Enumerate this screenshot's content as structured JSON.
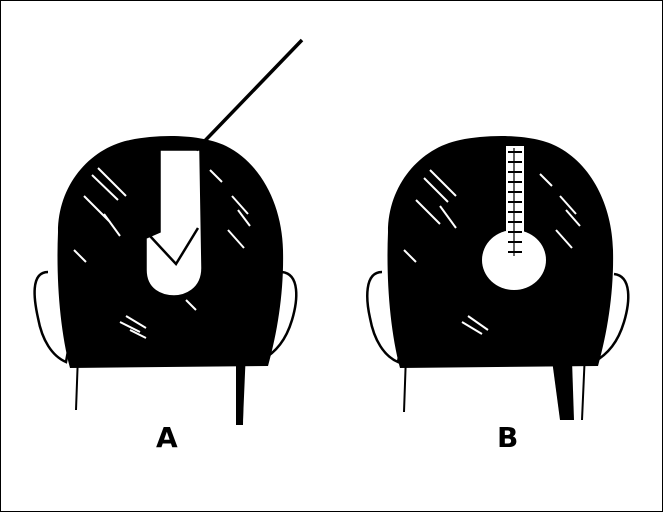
{
  "figure": {
    "panels": [
      {
        "id": "a",
        "label": "A",
        "description_icon": "head-rear-incision-tool-icon"
      },
      {
        "id": "b",
        "label": "B",
        "description_icon": "head-rear-sutured-icon"
      }
    ],
    "colors": {
      "ink": "#000000",
      "paper": "#ffffff"
    }
  }
}
